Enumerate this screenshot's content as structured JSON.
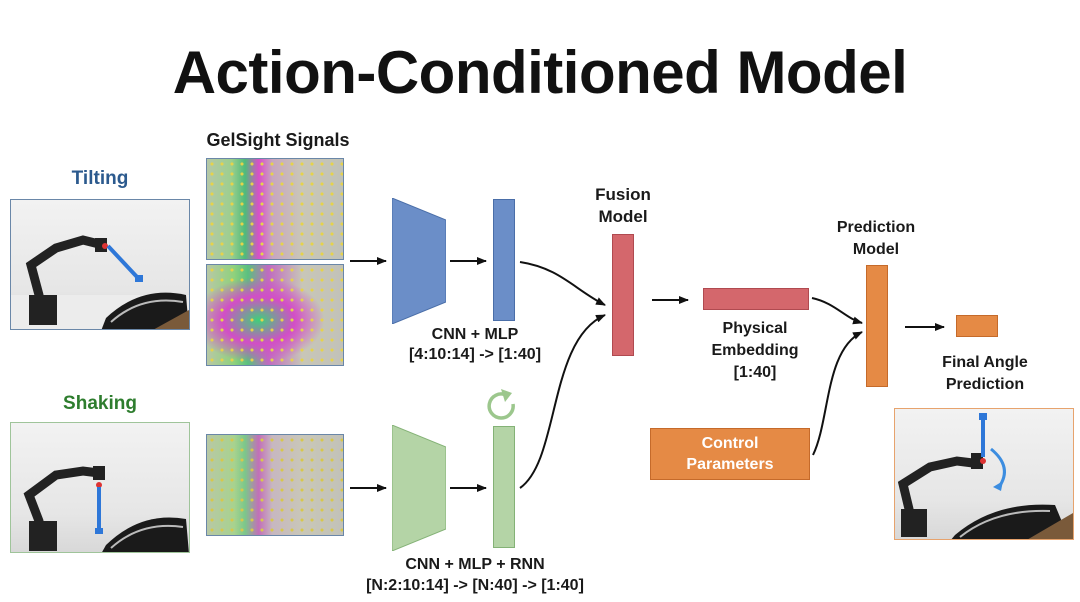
{
  "title": "Action-Conditioned Model",
  "gelsight_label": "GelSight Signals",
  "tilting": {
    "label": "Tilting",
    "color": "#2c5a8e"
  },
  "shaking": {
    "label": "Shaking",
    "color": "#2e7d2e"
  },
  "cnn_mlp": {
    "line1": "CNN + MLP",
    "line2": "[4:10:14] -> [1:40]"
  },
  "cnn_mlp_rnn": {
    "line1": "CNN + MLP + RNN",
    "line2": "[N:2:10:14] -> [N:40] -> [1:40]"
  },
  "fusion_model": {
    "line1": "Fusion",
    "line2": "Model"
  },
  "physical_embedding": {
    "line1": "Physical",
    "line2": "Embedding",
    "line3": "[1:40]"
  },
  "prediction_model": {
    "line1": "Prediction",
    "line2": "Model"
  },
  "control_parameters": {
    "line1": "Control",
    "line2": "Parameters"
  },
  "final_angle": {
    "line1": "Final Angle",
    "line2": "Prediction"
  },
  "colors": {
    "blue_block": "#6b8ec8",
    "green_block": "#b4d4a6",
    "red_block": "#d4676c",
    "orange_block": "#e58a45"
  }
}
